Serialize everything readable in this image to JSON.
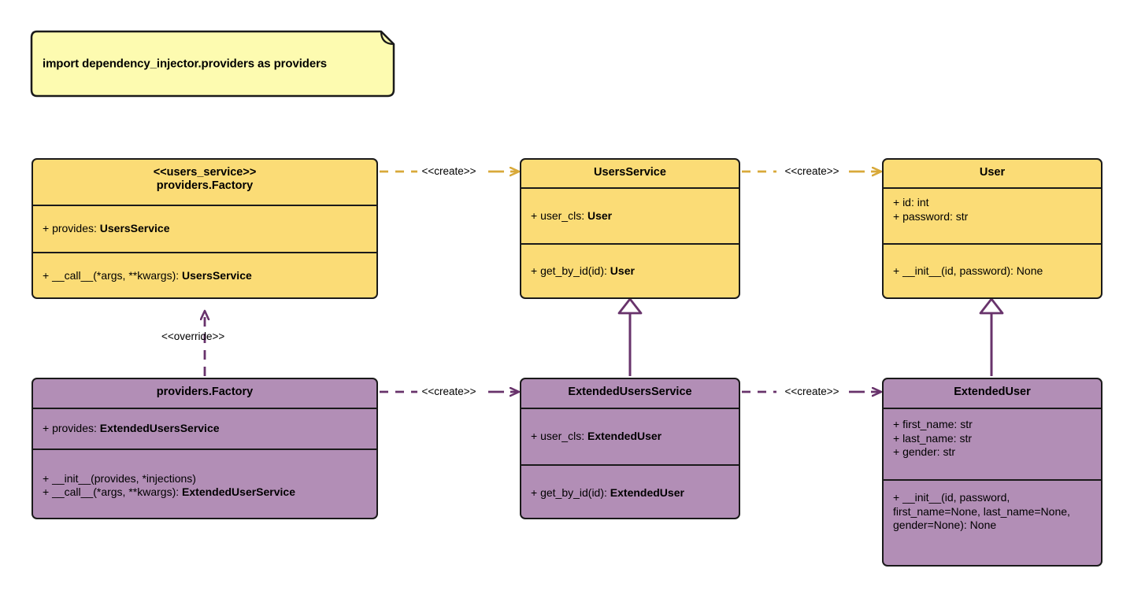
{
  "diagram": {
    "title": "Dependency Injector providers UML class diagram",
    "colors": {
      "yellow_fill": "#FBDC76",
      "purple_fill": "#B28EB6",
      "yellow_edge": "#D8A93A",
      "purple_edge": "#68336B",
      "note_fill": "#FDFBB0",
      "border": "#1A1A1A",
      "background": "#FFFFFF"
    }
  },
  "note": {
    "text": "import dependency_injector.providers as providers"
  },
  "classes": {
    "users_service_factory": {
      "stereotype": "<<users_service>>",
      "name": "providers.Factory",
      "attributes": [
        {
          "prefix": "+ provides: ",
          "type": "UsersService"
        }
      ],
      "operations": [
        {
          "prefix": "+ __call__(*args, **kwargs): ",
          "type": "UsersService"
        }
      ]
    },
    "users_service": {
      "stereotype": "",
      "name": "UsersService",
      "attributes": [
        {
          "prefix": "+ user_cls: ",
          "type": "User"
        }
      ],
      "operations": [
        {
          "prefix": "+ get_by_id(id): ",
          "type": "User"
        }
      ]
    },
    "user": {
      "stereotype": "",
      "name": "User",
      "attributes": [
        {
          "prefix": "+ id: int",
          "type": ""
        },
        {
          "prefix": "+ password: str",
          "type": ""
        }
      ],
      "operations": [
        {
          "prefix": "+ __init__(id, password): None",
          "type": ""
        }
      ]
    },
    "extended_factory": {
      "stereotype": "",
      "name": "providers.Factory",
      "attributes": [
        {
          "prefix": "+ provides: ",
          "type": "ExtendedUsersService"
        }
      ],
      "operations": [
        {
          "prefix": "+ __init__(provides, *injections)",
          "type": ""
        },
        {
          "prefix": "+ __call__(*args, **kwargs): ",
          "type": "ExtendedUserService"
        }
      ]
    },
    "extended_users_service": {
      "stereotype": "",
      "name": "ExtendedUsersService",
      "attributes": [
        {
          "prefix": "+ user_cls: ",
          "type": "ExtendedUser"
        }
      ],
      "operations": [
        {
          "prefix": "+ get_by_id(id): ",
          "type": "ExtendedUser"
        }
      ]
    },
    "extended_user": {
      "stereotype": "",
      "name": "ExtendedUser",
      "attributes": [
        {
          "prefix": "+ first_name: str",
          "type": ""
        },
        {
          "prefix": "+ last_name: str",
          "type": ""
        },
        {
          "prefix": "+ gender: str",
          "type": ""
        }
      ],
      "operations": [
        {
          "prefix": "+ __init__(id, password, first_name=None, last_name=None, gender=None): None",
          "type": ""
        }
      ]
    }
  },
  "edges": {
    "create_top_left": {
      "label": "<<create>>"
    },
    "create_top_right": {
      "label": "<<create>>"
    },
    "create_bottom_left": {
      "label": "<<create>>"
    },
    "create_bottom_right": {
      "label": "<<create>>"
    },
    "override": {
      "label": "<<override>>"
    },
    "generalization_service": {
      "label": ""
    },
    "generalization_user": {
      "label": ""
    }
  }
}
